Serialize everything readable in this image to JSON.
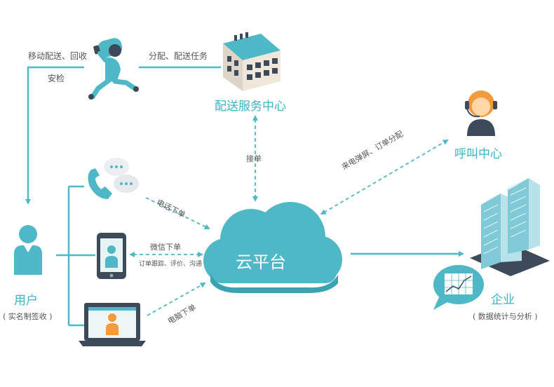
{
  "nodes": {
    "dispatch_center": "配送服务中心",
    "call_center": "呼叫中心",
    "cloud_platform": "云平台",
    "user": "用户",
    "user_note": "( 实名制签收 )",
    "enterprise": "企业",
    "enterprise_note": "( 数据统计与分析 )"
  },
  "edges": {
    "mobile_delivery": "移动配送、回收",
    "security_check": "安检",
    "assign_tasks": "分配、配送任务",
    "accept_order": "接单",
    "call_popup": "来电弹屏、订单分配",
    "phone_order": "电话下单",
    "wechat_order": "微信下单",
    "order_tracking": "订单跟踪、评价、沟通",
    "pc_order": "电脑下单"
  },
  "colors": {
    "accent": "#3ab3c4",
    "cloud": "#4fb8c6",
    "dark": "#3d4a5a",
    "orange": "#f39a3a"
  }
}
